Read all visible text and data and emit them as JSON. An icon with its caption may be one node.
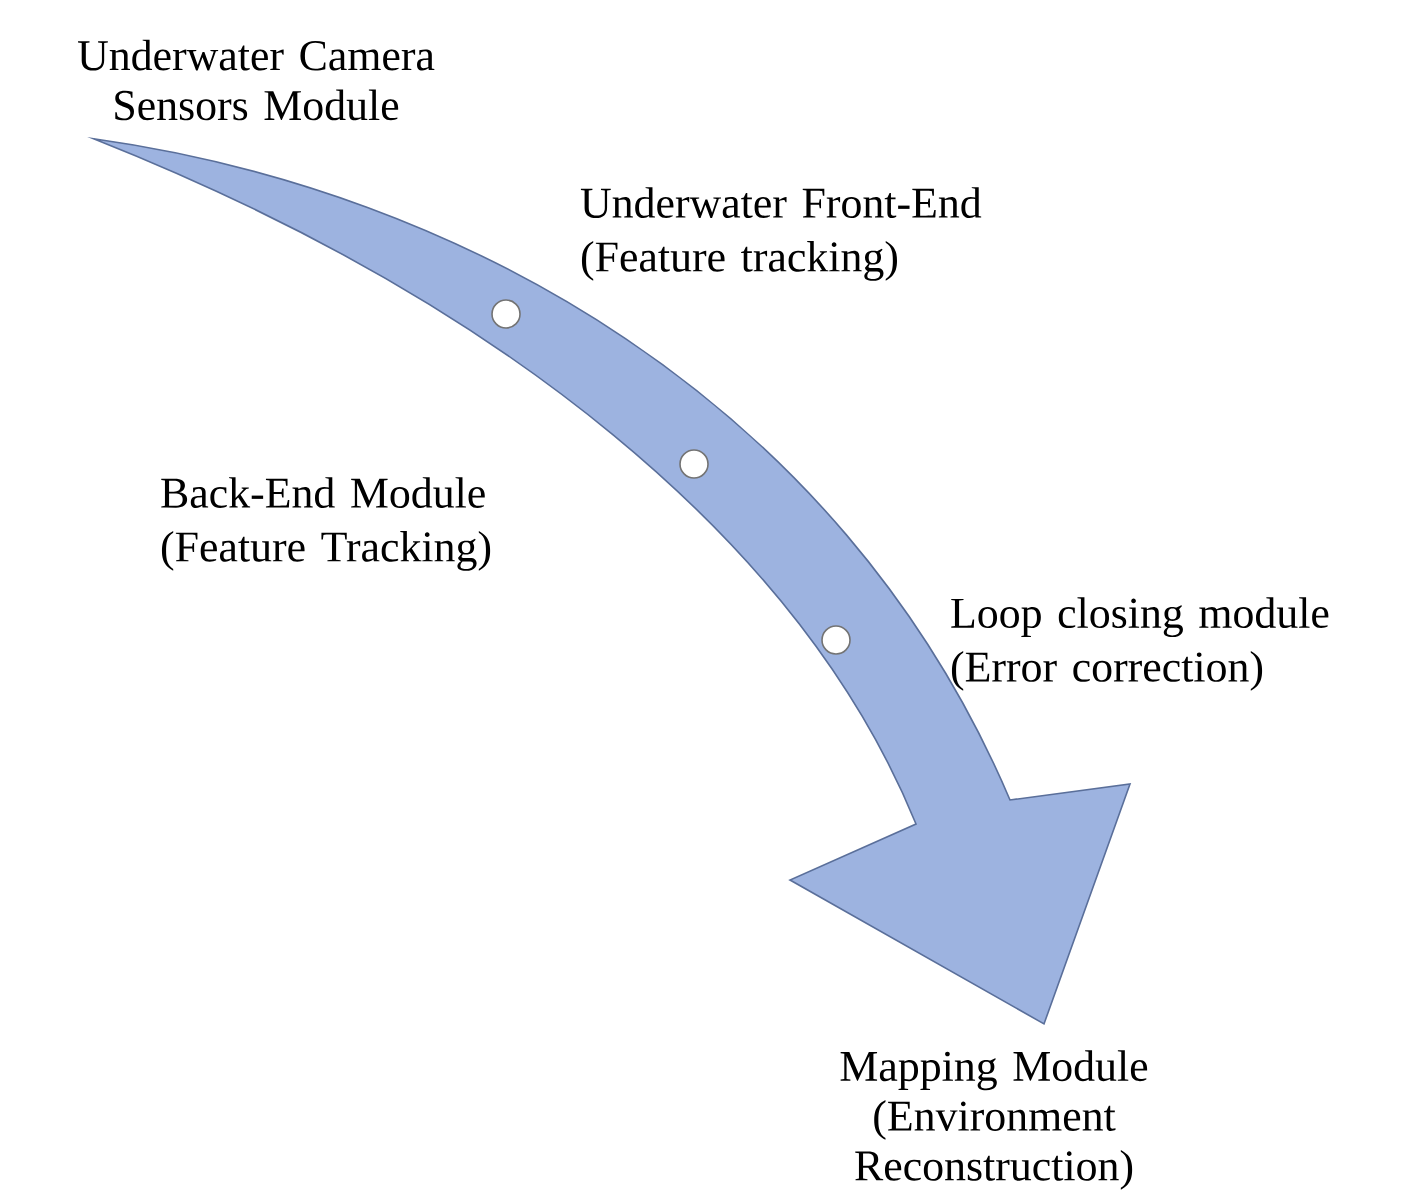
{
  "diagram": {
    "nodes": [
      {
        "text": [
          "Underwater Camera Sensors Module"
        ]
      },
      {
        "text": [],
        "shape": "circle"
      },
      {
        "text": [],
        "shape": "circle"
      },
      {
        "text": [],
        "shape": "circle"
      },
      {
        "text": [
          "Mapping Module (Environment Reconstruction)"
        ]
      }
    ],
    "edges": [
      {
        "from": 0,
        "to": 4,
        "arrow": "to"
      }
    ],
    "labels": [
      "Underwater Front-End (Feature tracking)",
      "Back-End Module (Feature Tracking)",
      "Loop closing module (Error correction)"
    ]
  }
}
